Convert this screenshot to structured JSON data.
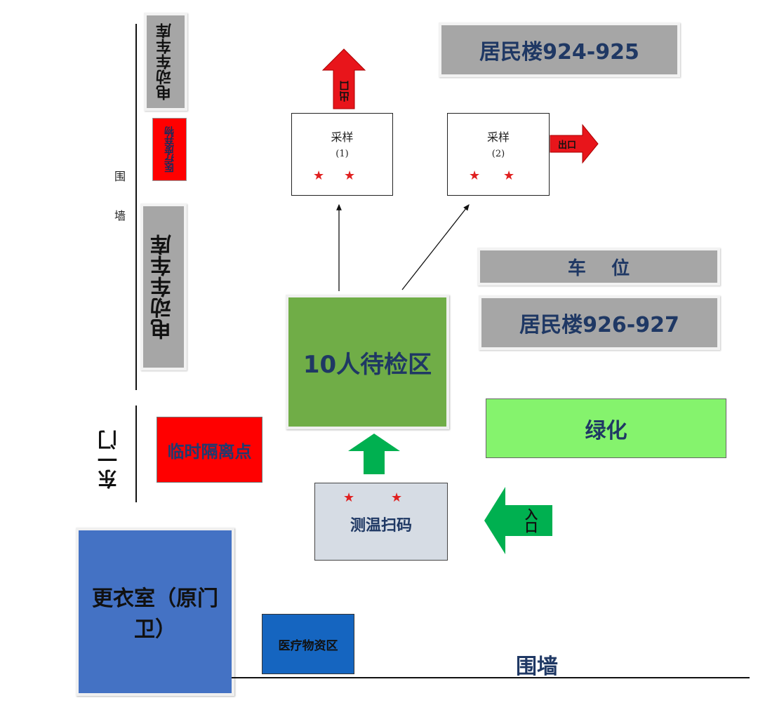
{
  "labels": {
    "garage_top": "电动车车库",
    "med_waste": "医疗废弃物",
    "garage_mid": "电动车车库",
    "wall_left_1": "围",
    "wall_left_2": "墙",
    "east_gate": "东一门",
    "isolation": "临时隔离点",
    "changing_room": "更衣室（原门卫）",
    "med_supplies": "医疗物资区",
    "wall_bottom": "围墙",
    "building_924": "居民楼924-925",
    "parking": "车    位",
    "building_926": "居民楼926-927",
    "greenery": "绿化",
    "waiting_area": "10人待检区",
    "temp_scan": "测温扫码",
    "entrance": "入口",
    "exit_top": "出口",
    "exit_right": "出口",
    "sampling1": "采样",
    "sampling1_no": "(1)",
    "sampling2": "采样",
    "sampling2_no": "(2)",
    "star": "★"
  },
  "colors": {
    "gray_box": "#a6a6a6",
    "red": "#ff0000",
    "red_dark_text": "#1f3a70",
    "green_area": "#70ad47",
    "light_green": "#85f36d",
    "blue": "#4472c4",
    "dark_blue": "#1565c0",
    "green_arrow": "#00b050",
    "red_arrow": "#e8151b",
    "navy_text": "#1f3864",
    "scan_box": "#d6dce4"
  }
}
